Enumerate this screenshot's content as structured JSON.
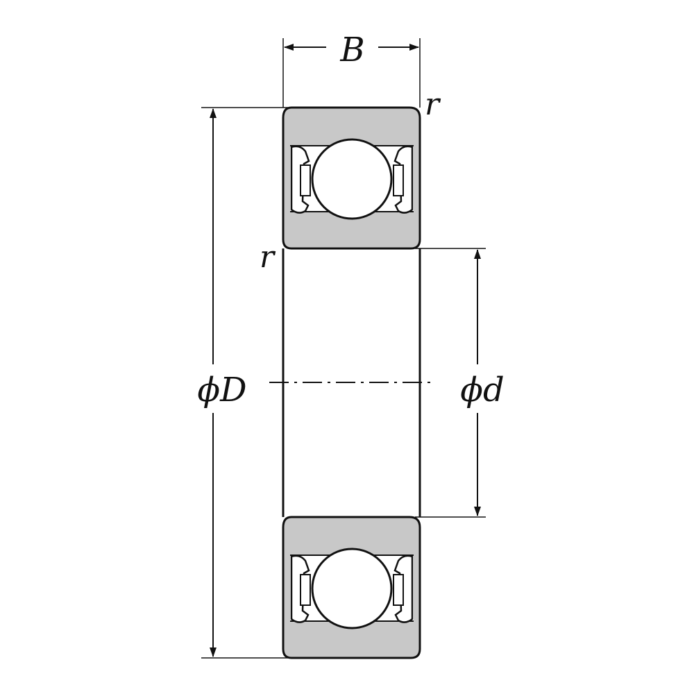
{
  "labels": {
    "width": "B",
    "outer_diameter": "ϕD",
    "bore_diameter": "ϕd",
    "fillet_outer": "r",
    "fillet_inner": "r"
  },
  "colors": {
    "ring_fill": "#c8c8c8",
    "ball_fill": "#ffffff",
    "seal_fill": "#ffffff",
    "stroke": "#111111",
    "background": "#ffffff"
  }
}
